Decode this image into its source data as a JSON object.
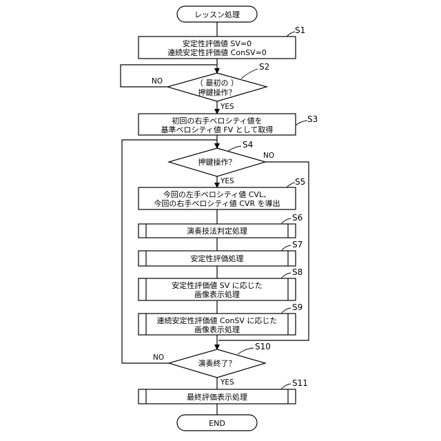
{
  "nodes": {
    "start": "レッスン処理",
    "s1_line1": "安定性評価値 SV=0",
    "s1_line2": "連続安定性評価値 ConSV=0",
    "s2_line1": "（ 最初の ）",
    "s2_line2": "押鍵操作？",
    "s3_line1": "初回の右手ベロシティ値を",
    "s3_line2": "基準ベロシティ値 FV として取得",
    "s4": "押鍵操作？",
    "s5_line1": "今回の左手ベロシティ値 CVL、",
    "s5_line2": "今回の右手ベロシティ値 CVR を導出",
    "s6": "演奏技法判定処理",
    "s7": "安定性評価処理",
    "s8_line1": "安定性評価値 SV に応じた",
    "s8_line2": "画像表示処理",
    "s9_line1": "連続安定性評価値 ConSV に応じた",
    "s9_line2": "画像表示処理",
    "s10": "演奏終了？",
    "s11": "最終評価表示処理",
    "end": "END"
  },
  "step_tags": {
    "s1": "S1",
    "s2": "S2",
    "s3": "S3",
    "s4": "S4",
    "s5": "S5",
    "s6": "S6",
    "s7": "S7",
    "s8": "S8",
    "s9": "S9",
    "s10": "S10",
    "s11": "S11"
  },
  "branch_labels": {
    "yes": "YES",
    "no": "NO"
  }
}
